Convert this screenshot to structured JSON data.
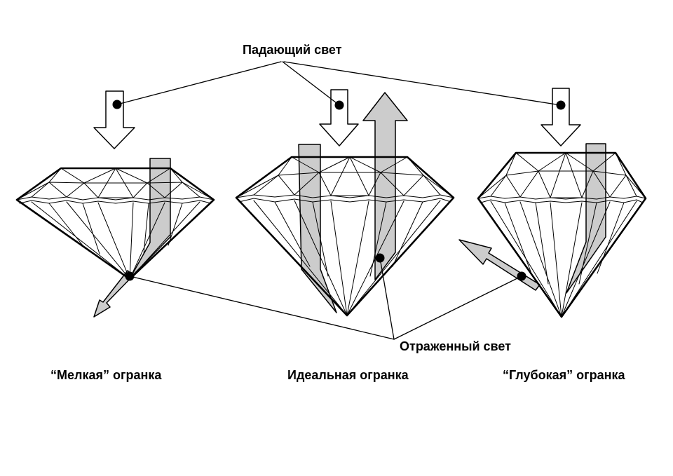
{
  "labels": {
    "incident_light": "Падающий свет",
    "reflected_light": "Отраженный свет"
  },
  "captions": {
    "shallow": "“Мелкая” огранка",
    "ideal": "Идеальная огранка",
    "deep": "“Глубокая” огранка"
  },
  "colors": {
    "outline": "#000000",
    "beam_fill": "#cccccc",
    "arrow_fill": "#ffffff"
  }
}
